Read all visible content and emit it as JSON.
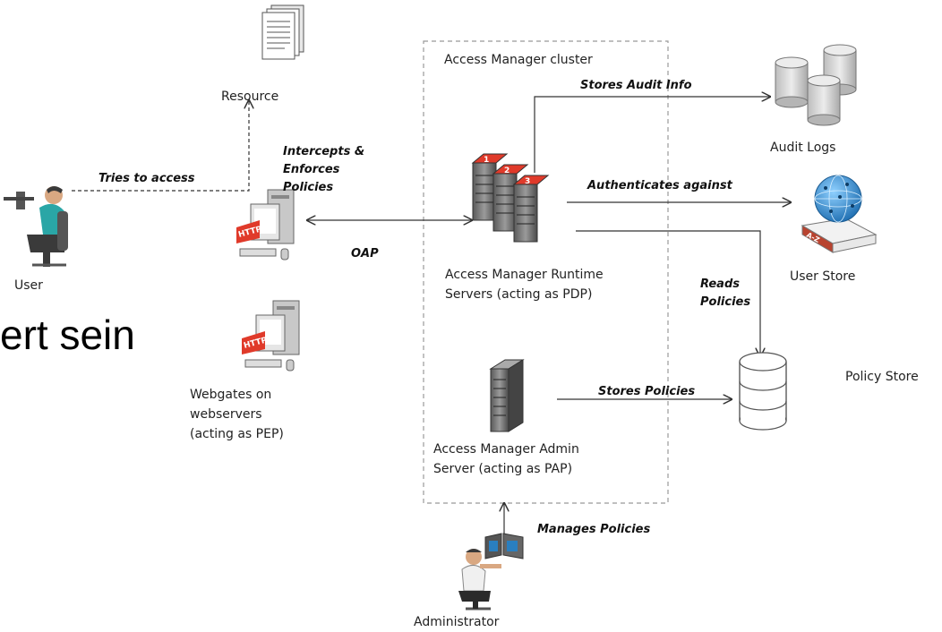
{
  "slide_fragment": "ert sein",
  "cluster": {
    "label": "Access Manager cluster"
  },
  "nodes": {
    "user": {
      "label": "User",
      "icon": "user-at-computer-icon"
    },
    "resource": {
      "label": "Resource",
      "icon": "document-stack-icon"
    },
    "webgate_intercept": {
      "icon": "http-server-icon"
    },
    "webgates": {
      "lines": [
        "Webgates on",
        "webservers",
        "(acting as PEP)"
      ],
      "icon": "http-server-icon"
    },
    "runtime": {
      "lines": [
        "Access Manager Runtime",
        "Servers (acting as PDP)"
      ],
      "icon": "numbered-server-rack-icon",
      "badges": [
        "1",
        "2",
        "3"
      ]
    },
    "admin": {
      "lines": [
        "Access Manager Admin",
        "Server (acting as PAP)"
      ],
      "icon": "server-tower-icon"
    },
    "audit_logs": {
      "label": "Audit Logs",
      "icon": "database-cluster-icon"
    },
    "user_store": {
      "label": "User Store",
      "icon": "globe-on-book-icon",
      "book_text": "A-Z"
    },
    "policy_store": {
      "label": "Policy Store",
      "icon": "database-icon"
    },
    "administrator": {
      "label": "Administrator",
      "icon": "admin-at-monitors-icon"
    },
    "http_badge": "HTTP"
  },
  "edges": {
    "tries_to_access": "Tries to access",
    "intercepts": [
      "Intercepts &",
      "Enforces",
      "Policies"
    ],
    "oap": "OAP",
    "stores_audit": "Stores Audit Info",
    "authenticates": "Authenticates against",
    "reads_policies": [
      "Reads",
      "Policies"
    ],
    "stores_policies": "Stores Policies",
    "manages_policies": "Manages Policies"
  },
  "colors": {
    "line": "#333333",
    "cluster_border": "#999999",
    "server_red": "#e03a2a",
    "globe_blue": "#2a7fc0",
    "cylinder": "#d4d4d4"
  }
}
